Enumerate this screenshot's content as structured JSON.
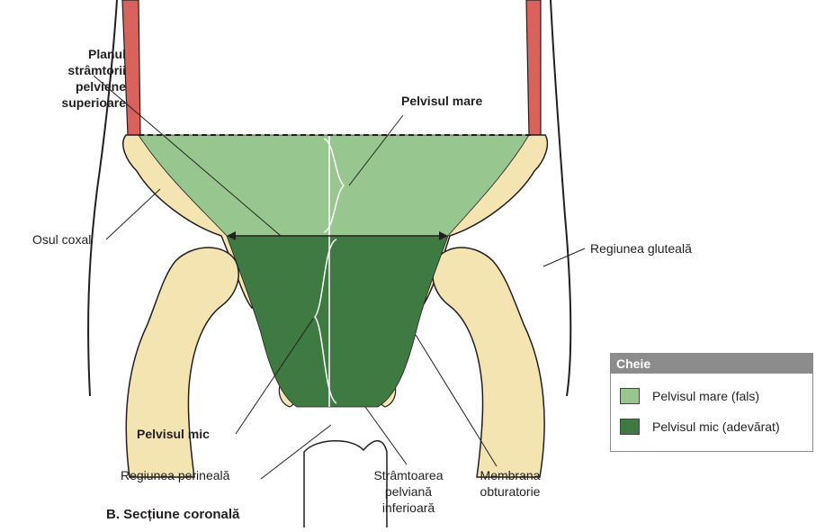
{
  "labels": {
    "plane_line1": "Planul",
    "plane_line2": "strâmtorii",
    "plane_line3": "pelviene",
    "plane_line4": "superioare",
    "greater_pelvis": "Pelvisul mare",
    "hip_bone": "Osul coxal",
    "gluteal_region": "Regiunea gluteală",
    "lesser_pelvis": "Pelvisul mic",
    "perineal_region": "Regiunea perineală",
    "outlet_line1": "Strâmtoarea",
    "outlet_line2": "pelviană",
    "outlet_line3": "inferioară",
    "obturator_line1": "Membrana",
    "obturator_line2": "obturatorie"
  },
  "caption": {
    "letter": "B.",
    "text": "Secțiune coronală"
  },
  "legend": {
    "title": "Cheie",
    "items": [
      {
        "label": "Pelvisul mare (fals)",
        "color": "#97c68f"
      },
      {
        "label": "Pelvisul mic (adevărat)",
        "color": "#3e7a41"
      }
    ]
  },
  "colors": {
    "greater_pelvis": "#97c68f",
    "lesser_pelvis": "#3e7a41",
    "bone": "#f4e4b2",
    "muscle": "#d9625c"
  }
}
